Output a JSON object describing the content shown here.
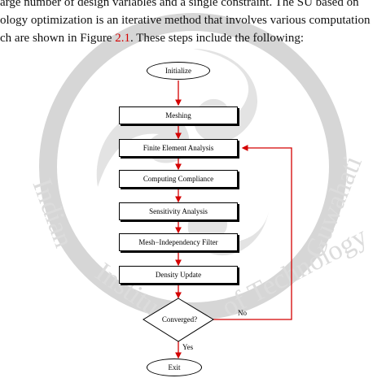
{
  "paragraph": {
    "line1": "arge number of design variables and a single constraint. The SU based on",
    "line2": "ology optimization is an iterative method that involves various computation",
    "line3_a": "ch are shown in Figure ",
    "line3_ref": "2.1",
    "line3_b": ". These steps include the following:"
  },
  "watermark": {
    "arc_text": "Indian Institute of Technology Guwahati"
  },
  "flowchart": {
    "initialize": "Initialize",
    "meshing": "Meshing",
    "fea": "Finite Element Analysis",
    "compliance": "Computing Compliance",
    "sensitivity": "Sensitivity Analysis",
    "filter": "Mesh−Independency Filter",
    "density": "Density Update",
    "converged": "Converged?",
    "no_label": "No",
    "yes_label": "Yes",
    "exit": "Exit"
  },
  "colors": {
    "arrow": "#d40000",
    "watermark": "#cfcfcf",
    "reference": "#d40000"
  }
}
